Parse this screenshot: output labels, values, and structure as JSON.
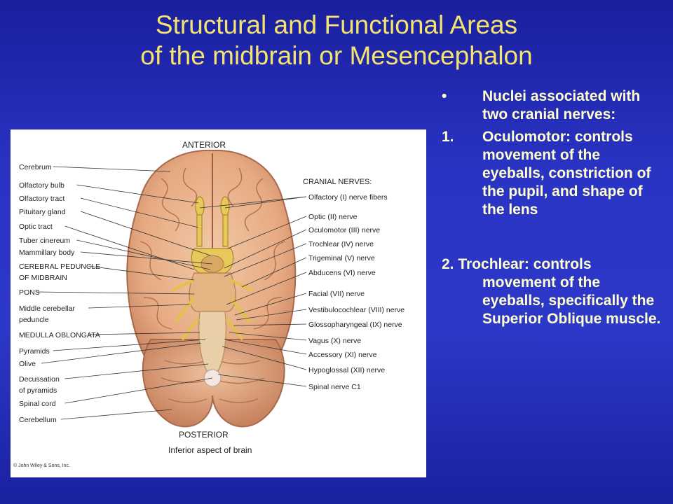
{
  "slide": {
    "title_line1": "Structural and Functional Areas",
    "title_line2": "of the midbrain or Mesencephalon",
    "colors": {
      "background": "#2a34c4",
      "title": "#f4e46e",
      "body_text": "#ffffcc"
    }
  },
  "figure": {
    "top_label": "ANTERIOR",
    "bottom_label": "POSTERIOR",
    "caption": "Inferior aspect of brain",
    "copyright": "© John Wiley & Sons, Inc.",
    "nerves_heading": "CRANIAL NERVES:",
    "left_labels": [
      "Cerebrum",
      "Olfactory bulb",
      "Olfactory tract",
      "Pituitary gland",
      "Optic tract",
      "Tuber cinereum",
      "Mammillary body",
      "CEREBRAL PEDUNCLE",
      "OF MIDBRAIN",
      "PONS",
      "Middle cerebellar",
      "peduncle",
      "MEDULLA OBLONGATA",
      "Pyramids",
      "Olive",
      "Decussation",
      "of pyramids",
      "Spinal cord",
      "Cerebellum"
    ],
    "right_labels": [
      "Olfactory (I) nerve fibers",
      "Optic (II) nerve",
      "Oculomotor (III) nerve",
      "Trochlear (IV) nerve",
      "Trigeminal (V) nerve",
      "Abducens (VI) nerve",
      "Facial (VII) nerve",
      "Vestibulocochlear (VIII) nerve",
      "Glossopharyngeal (IX) nerve",
      "Vagus (X) nerve",
      "Accessory (XI) nerve",
      "Hypoglossal (XII) nerve",
      "Spinal nerve C1"
    ]
  },
  "body": {
    "bullet_marker": "•",
    "bullet_text": "Nuclei associated with two cranial nerves:",
    "item1_marker": "1.",
    "item1_text": "Oculomotor: controls movement of the eyeballs, constriction of the pupil, and shape of the lens",
    "item2_first": "2.  Trochlear: controls",
    "item2_rest": "movement of the eyeballs, specifically the Superior Oblique muscle."
  }
}
